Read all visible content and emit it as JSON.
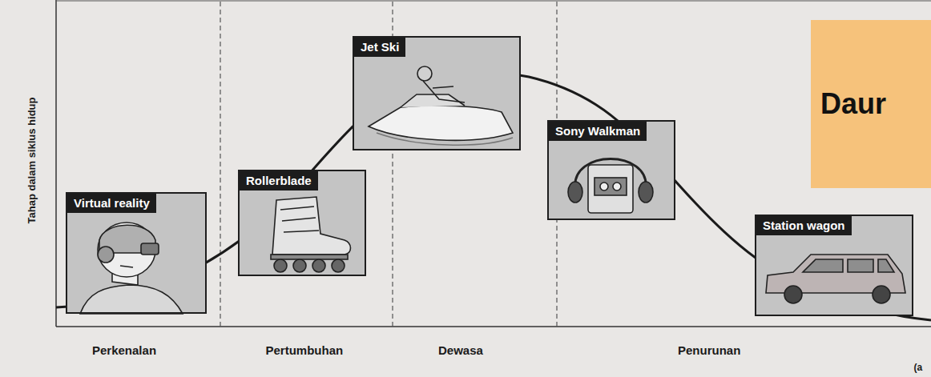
{
  "diagram": {
    "nodes": [
      {
        "text": [
          "Virtual reality"
        ]
      },
      {
        "text": [
          "Rollerblade"
        ]
      },
      {
        "text": [
          "Jet Ski"
        ]
      },
      {
        "text": [
          "Sony Walkman"
        ]
      },
      {
        "text": [
          "Station wagon"
        ]
      },
      {
        "text": [
          "Daur"
        ]
      }
    ],
    "labels": [
      "Tahap dalam siklus hidup",
      "Perkenalan",
      "Pertumbuhan",
      "Dewasa",
      "Penurunan",
      "(a"
    ]
  }
}
